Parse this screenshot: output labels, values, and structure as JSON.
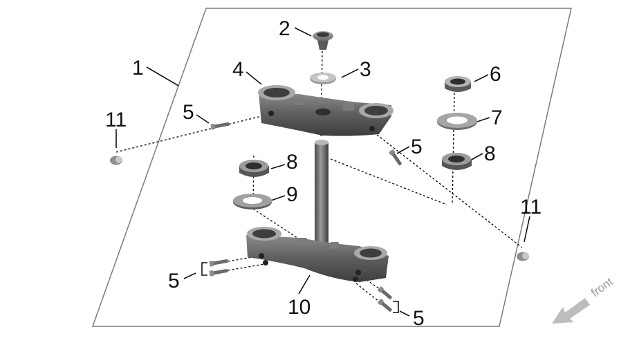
{
  "diagram": {
    "direction_label": "front",
    "direction_arrow_icon": "arrow-down-left-icon",
    "callouts": [
      {
        "id": "c1",
        "text": "1"
      },
      {
        "id": "c2",
        "text": "2"
      },
      {
        "id": "c3",
        "text": "3"
      },
      {
        "id": "c4",
        "text": "4"
      },
      {
        "id": "c5a",
        "text": "5"
      },
      {
        "id": "c5b",
        "text": "5"
      },
      {
        "id": "c5c",
        "text": "5"
      },
      {
        "id": "c5d",
        "text": "5"
      },
      {
        "id": "c6",
        "text": "6"
      },
      {
        "id": "c7",
        "text": "7"
      },
      {
        "id": "c8a",
        "text": "8"
      },
      {
        "id": "c8b",
        "text": "8"
      },
      {
        "id": "c9",
        "text": "9"
      },
      {
        "id": "c10",
        "text": "10"
      },
      {
        "id": "c11a",
        "text": "11"
      },
      {
        "id": "c11b",
        "text": "11"
      }
    ]
  }
}
